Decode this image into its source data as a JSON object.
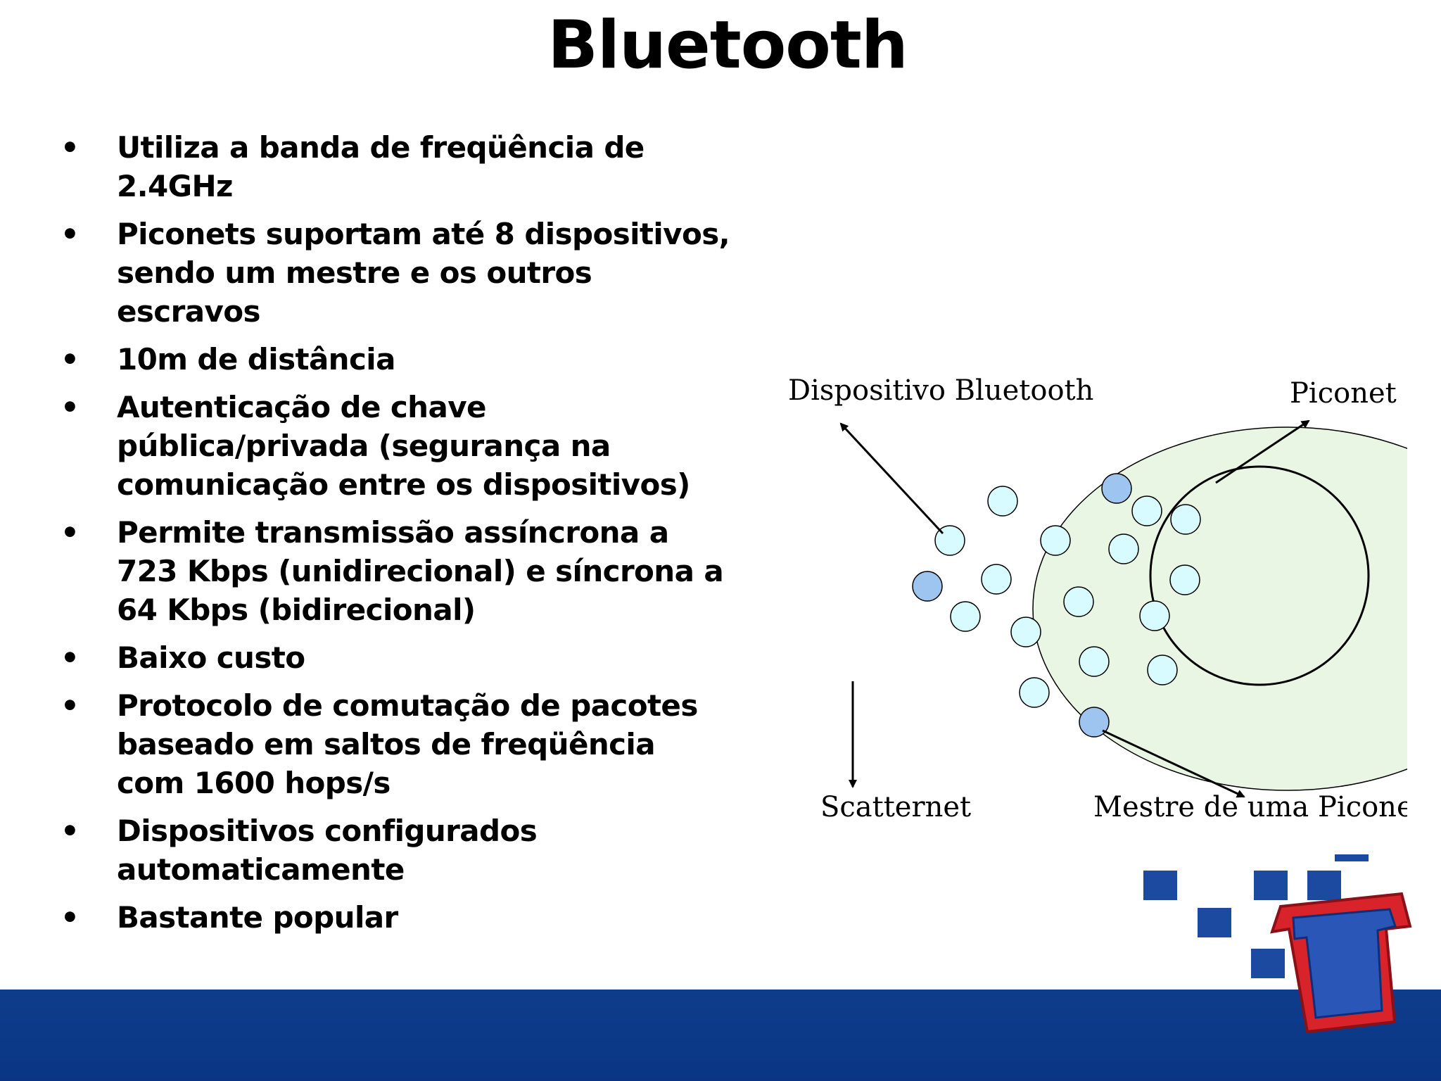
{
  "title": "Bluetooth",
  "bullets": [
    "Utiliza a banda de freqüência de 2.4GHz",
    "Piconets suportam até 8 dispositivos, sendo um mestre e os outros escravos",
    "10m de distância",
    "Autenticação de chave pública/privada (segurança na comunicação entre os dispositivos)",
    "Permite transmissão assíncrona a 723 Kbps (unidirecional) e síncrona a 64 Kbps (bidirecional)",
    "Baixo custo",
    "Protocolo de comutação de pacotes baseado em saltos de freqüência com 1600 hops/s",
    "Dispositivos configurados automaticamente",
    "Bastante popular"
  ],
  "diagram": {
    "labels": {
      "device": "Dispositivo Bluetooth",
      "piconet": "Piconet",
      "scatternet": "Scatternet",
      "master": "Mestre de uma Piconet"
    },
    "colors": {
      "scatternet_fill": "#eaf6e4",
      "slave_fill": "#d8fbff",
      "master_fill": "#9ec4f0"
    }
  },
  "colors": {
    "footer_band": "#0b3a8a",
    "logo_blue": "#1b4aa0",
    "logo_red": "#d9232a"
  },
  "icons": [
    "u-logo-icon"
  ]
}
